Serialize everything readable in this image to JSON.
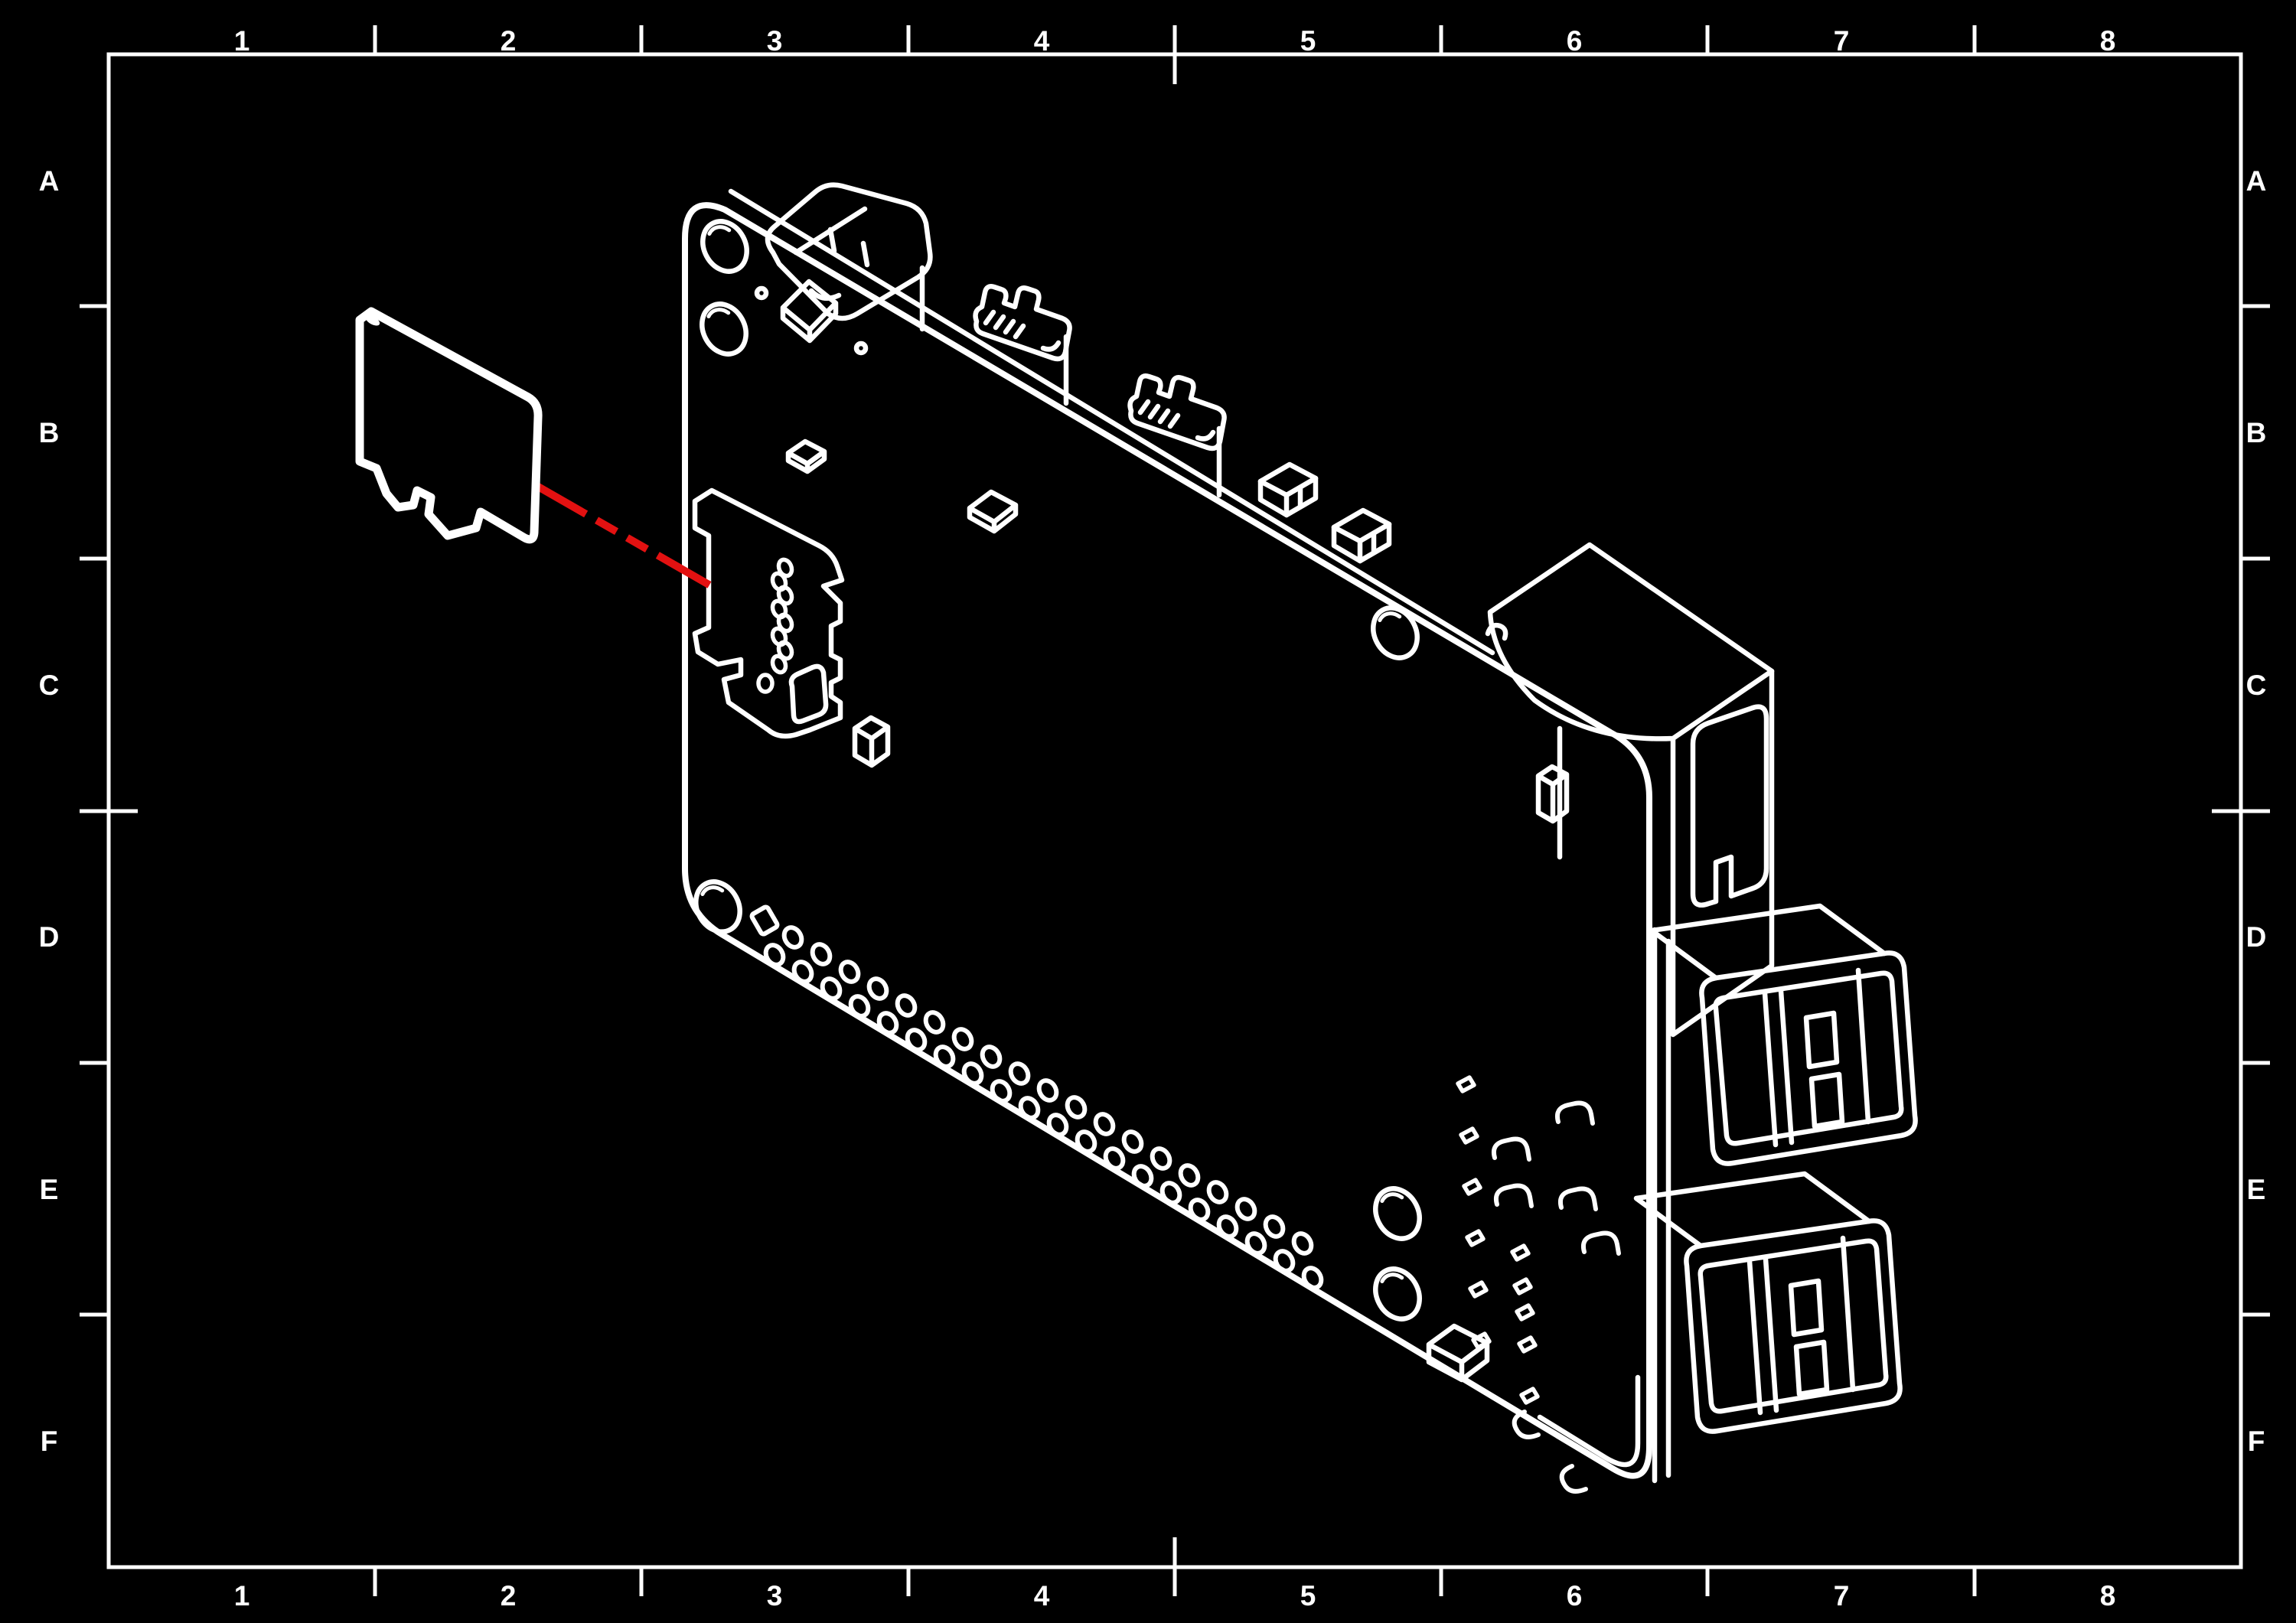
{
  "drawing": {
    "description": "Isometric line illustration of a single-board computer with microSD card being inserted",
    "grid": {
      "cols": [
        "1",
        "2",
        "3",
        "4",
        "5",
        "6",
        "7",
        "8"
      ],
      "rows": [
        "A",
        "B",
        "C",
        "D",
        "E",
        "F"
      ]
    },
    "colors": {
      "background": "#000000",
      "line": "#FFFFFF",
      "sd_card_fill": "#C8873C",
      "leader_line": "#E31111"
    }
  }
}
